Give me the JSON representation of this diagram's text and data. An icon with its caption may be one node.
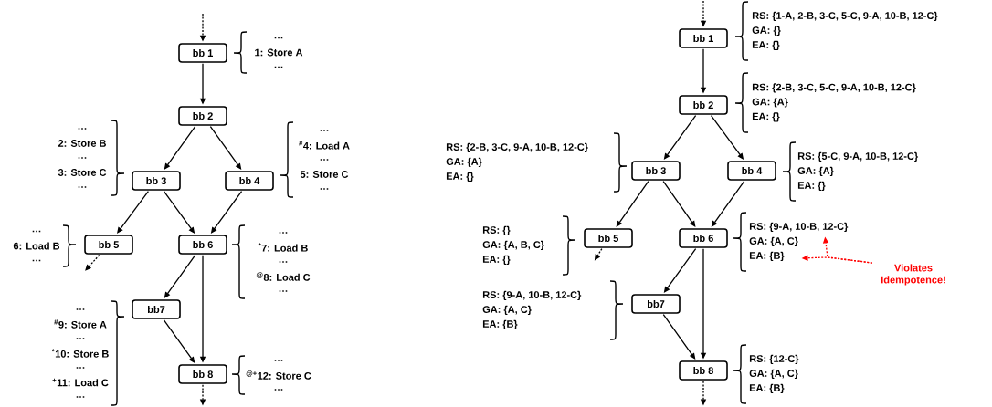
{
  "diagram": {
    "nodes": [
      {
        "text": [
          "bb 1"
        ],
        "beside": [
          "…",
          "1: Store A",
          "…"
        ]
      },
      {
        "text": [
          "bb 2"
        ]
      },
      {
        "text": [
          "bb 3"
        ],
        "beside": [
          "…",
          "2: Store B",
          "…",
          "3: Store C",
          "…"
        ]
      },
      {
        "text": [
          "bb 4"
        ],
        "beside": [
          "…",
          "$^{#}$4: Load A",
          "…",
          "5: Store C",
          "…"
        ]
      },
      {
        "text": [
          "bb 5"
        ],
        "beside": [
          "…",
          "6: Load B",
          "…"
        ]
      },
      {
        "text": [
          "bb 6"
        ],
        "beside": [
          "…",
          "$^{*}$7: Load B",
          "…",
          "$^{@}$8: Load C",
          "…"
        ]
      },
      {
        "text": [
          "bb7"
        ],
        "beside": [
          "…",
          "$^{#}$9: Store A",
          "…",
          "$^{*}$10: Store B",
          "…",
          "$^{+}$11: Load C",
          "…"
        ]
      },
      {
        "text": [
          "bb 8"
        ],
        "beside": [
          "…",
          "$^{@+}$12: Store C",
          "…"
        ]
      },
      {
        "text": [
          "bb 1"
        ],
        "beside": [
          "RS: {1-A, 2-B, 3-C, 5-C, 9-A, 10-B, 12-C}",
          "GA: {}",
          "EA: {}"
        ]
      },
      {
        "text": [
          "bb 2"
        ],
        "beside": [
          "RS: {2-B, 3-C, 5-C, 9-A, 10-B, 12-C}",
          "GA: {A}",
          "EA: {}"
        ]
      },
      {
        "text": [
          "bb 3"
        ],
        "beside": [
          "RS: {2-B, 3-C, 9-A, 10-B, 12-C}",
          "GA: {A}",
          "EA: {}"
        ]
      },
      {
        "text": [
          "bb 4"
        ],
        "beside": [
          "RS: {5-C, 9-A, 10-B, 12-C}",
          "GA: {A}",
          "EA: {}"
        ]
      },
      {
        "text": [
          "bb 5"
        ],
        "beside": [
          "RS: {}",
          "GA: {A, B, C}",
          "EA: {}"
        ]
      },
      {
        "text": [
          "bb 6"
        ],
        "beside": [
          "RS: {9-A, 10-B, 12-C}",
          "GA: {A, C}",
          "EA: {B}"
        ]
      },
      {
        "text": [
          "bb7"
        ],
        "beside": [
          "RS: {9-A, 10-B, 12-C}",
          "GA: {A, C}",
          "EA: {B}"
        ]
      },
      {
        "text": [
          "bb 8"
        ],
        "beside": [
          "RS: {12-C}",
          "GA: {A, C}",
          "EA: {B}"
        ]
      },
      {
        "text": [
          "Violates Idempotence!"
        ]
      }
    ],
    "edges": [
      {
        "from": null,
        "to": 0,
        "arrow": "to",
        "style": "dashed"
      },
      {
        "from": 0,
        "to": 1,
        "arrow": "to"
      },
      {
        "from": 1,
        "to": 2,
        "arrow": "to"
      },
      {
        "from": 1,
        "to": 3,
        "arrow": "to"
      },
      {
        "from": 2,
        "to": 4,
        "arrow": "to"
      },
      {
        "from": 2,
        "to": 5,
        "arrow": "to"
      },
      {
        "from": 3,
        "to": 5,
        "arrow": "to"
      },
      {
        "from": 4,
        "to": null,
        "arrow": "to",
        "style": "dashed"
      },
      {
        "from": 5,
        "to": 6,
        "arrow": "to"
      },
      {
        "from": 5,
        "to": 7,
        "arrow": "to"
      },
      {
        "from": 6,
        "to": 7,
        "arrow": "to"
      },
      {
        "from": 7,
        "to": null,
        "arrow": "to",
        "style": "dashed"
      },
      {
        "from": null,
        "to": 8,
        "arrow": "to",
        "style": "dashed"
      },
      {
        "from": 8,
        "to": 9,
        "arrow": "to"
      },
      {
        "from": 9,
        "to": 10,
        "arrow": "to"
      },
      {
        "from": 9,
        "to": 11,
        "arrow": "to"
      },
      {
        "from": 10,
        "to": 12,
        "arrow": "to"
      },
      {
        "from": 10,
        "to": 13,
        "arrow": "to"
      },
      {
        "from": 11,
        "to": 13,
        "arrow": "to"
      },
      {
        "from": 12,
        "to": null,
        "arrow": "to",
        "style": "dashed"
      },
      {
        "from": 13,
        "to": 14,
        "arrow": "to"
      },
      {
        "from": 13,
        "to": 15,
        "arrow": "to"
      },
      {
        "from": 14,
        "to": 15,
        "arrow": "to"
      },
      {
        "from": 15,
        "to": null,
        "arrow": "to",
        "style": "dashed"
      },
      {
        "from": 16,
        "to": 13,
        "arrow": "to",
        "style": "dashed",
        "color": "#ff0000"
      },
      {
        "from": 16,
        "to": 13,
        "arrow": "to",
        "style": "dashed",
        "color": "#ff0000"
      }
    ]
  }
}
